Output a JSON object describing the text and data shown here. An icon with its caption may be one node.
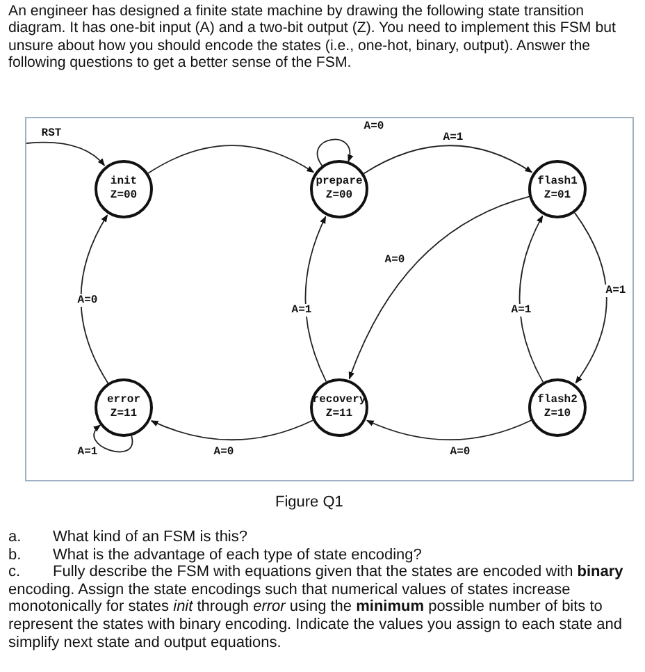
{
  "diagram": {
    "caption": "Figure Q1",
    "nodes": [
      {
        "text": [
          "init",
          "Z=00"
        ]
      },
      {
        "text": [
          "prepare",
          "Z=00"
        ]
      },
      {
        "text": [
          "flash1",
          "Z=01"
        ]
      },
      {
        "text": [
          "error",
          "Z=11"
        ]
      },
      {
        "text": [
          "recovery",
          "Z=11"
        ]
      },
      {
        "text": [
          "flash2",
          "Z=10"
        ]
      }
    ],
    "edges": [
      {
        "from": null,
        "to": 0,
        "arrow": "to",
        "label": "RST"
      },
      {
        "from": 0,
        "to": 1,
        "arrow": "to"
      },
      {
        "from": 1,
        "to": 1,
        "arrow": "to",
        "label": "A=0"
      },
      {
        "from": 1,
        "to": 2,
        "arrow": "to",
        "label": "A=1"
      },
      {
        "from": 2,
        "to": 4,
        "arrow": "to",
        "label": "A=0"
      },
      {
        "from": 2,
        "to": 5,
        "arrow": "to",
        "label": "A=1"
      },
      {
        "from": 5,
        "to": 2,
        "arrow": "to",
        "label": "A=1"
      },
      {
        "from": 5,
        "to": 4,
        "arrow": "to",
        "label": "A=0"
      },
      {
        "from": 4,
        "to": 1,
        "arrow": "to",
        "label": "A=1"
      },
      {
        "from": 4,
        "to": 3,
        "arrow": "to",
        "label": "A=0"
      },
      {
        "from": 3,
        "to": 0,
        "arrow": "to",
        "label": "A=0"
      },
      {
        "from": 3,
        "to": 3,
        "arrow": "to",
        "label": "A=1"
      }
    ],
    "labels": [
      "An engineer has designed a finite state machine by drawing the following state transition diagram. It has one-bit input (A) and a two-bit output (Z). You need to implement this FSM but unsure about how you should encode the states (i.e., one-hot, binary, output). Answer the following questions to get a better sense of the FSM.",
      "a.",
      "What kind of an FSM is this?",
      "b.",
      "What is the advantage of each type of state encoding?",
      "c.",
      "Fully describe the FSM with equations given that the states are encoded with **binary** encoding. Assign the state encodings such that numerical values of states increase monotonically for states *init* through *error* using the **minimum** possible number of bits to represent the states with binary encoding. Indicate the values you assign to each state and simplify next state and output equations."
    ]
  }
}
